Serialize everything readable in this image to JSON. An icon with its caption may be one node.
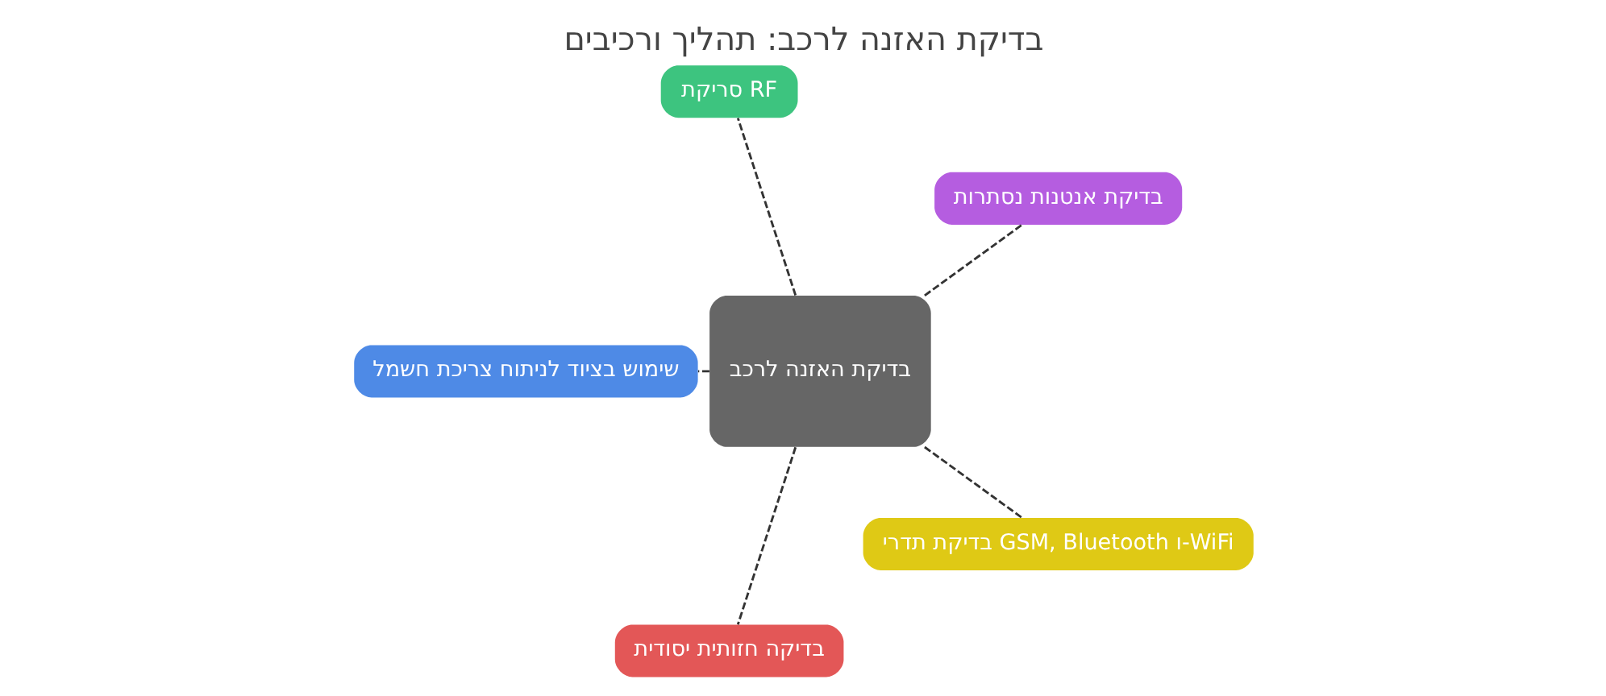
{
  "diagram": {
    "title": "בדיקת האזנה לרכב: תהליך ורכיבים",
    "nodes": [
      {
        "text": [
          "בדיקת האזנה לרכב"
        ]
      },
      {
        "text": [
          "בדיקת אנטנות נסתרות"
        ]
      },
      {
        "text": [
          "סריקת RF"
        ]
      },
      {
        "text": [
          "בדיקת תדרי GSM, Bluetooth ו-WiFi"
        ]
      },
      {
        "text": [
          "שימוש בציוד לניתוח צריכת חשמל"
        ]
      },
      {
        "text": [
          "בדיקה חזותית יסודית"
        ]
      }
    ],
    "edges": [
      {
        "from": 0,
        "to": 1,
        "arrow": "none",
        "style": "dashed"
      },
      {
        "from": 0,
        "to": 2,
        "arrow": "none",
        "style": "dashed"
      },
      {
        "from": 0,
        "to": 4,
        "arrow": "none",
        "style": "dashed"
      },
      {
        "from": 0,
        "to": 5,
        "arrow": "none",
        "style": "dashed"
      },
      {
        "from": 0,
        "to": 3,
        "arrow": "none",
        "style": "dashed"
      }
    ]
  }
}
